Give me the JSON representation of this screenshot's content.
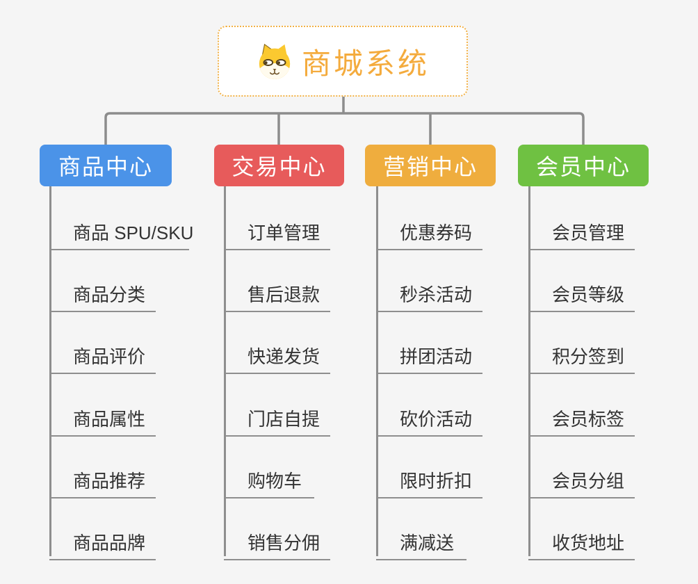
{
  "root": {
    "title": "商城系统",
    "icon": "dog-face-icon"
  },
  "branches": [
    {
      "id": "product-center",
      "label": "商品中心",
      "color": "#4b93e8",
      "children": [
        "商品 SPU/SKU",
        "商品分类",
        "商品评价",
        "商品属性",
        "商品推荐",
        "商品品牌"
      ]
    },
    {
      "id": "trade-center",
      "label": "交易中心",
      "color": "#e75b5b",
      "children": [
        "订单管理",
        "售后退款",
        "快递发货",
        "门店自提",
        "购物车",
        "销售分佣"
      ]
    },
    {
      "id": "marketing-center",
      "label": "营销中心",
      "color": "#efad3e",
      "children": [
        "优惠券码",
        "秒杀活动",
        "拼团活动",
        "砍价活动",
        "限时折扣",
        "满减送"
      ]
    },
    {
      "id": "member-center",
      "label": "会员中心",
      "color": "#6fc142",
      "children": [
        "会员管理",
        "会员等级",
        "积分签到",
        "会员标签",
        "会员分组",
        "收货地址"
      ]
    }
  ],
  "colors": {
    "background": "#f5f5f5",
    "connector": "#8c8c8c",
    "root_text": "#f4ab3d",
    "root_border": "#f2b145",
    "child_text": "#333333",
    "branch_text": "#ffffff"
  }
}
